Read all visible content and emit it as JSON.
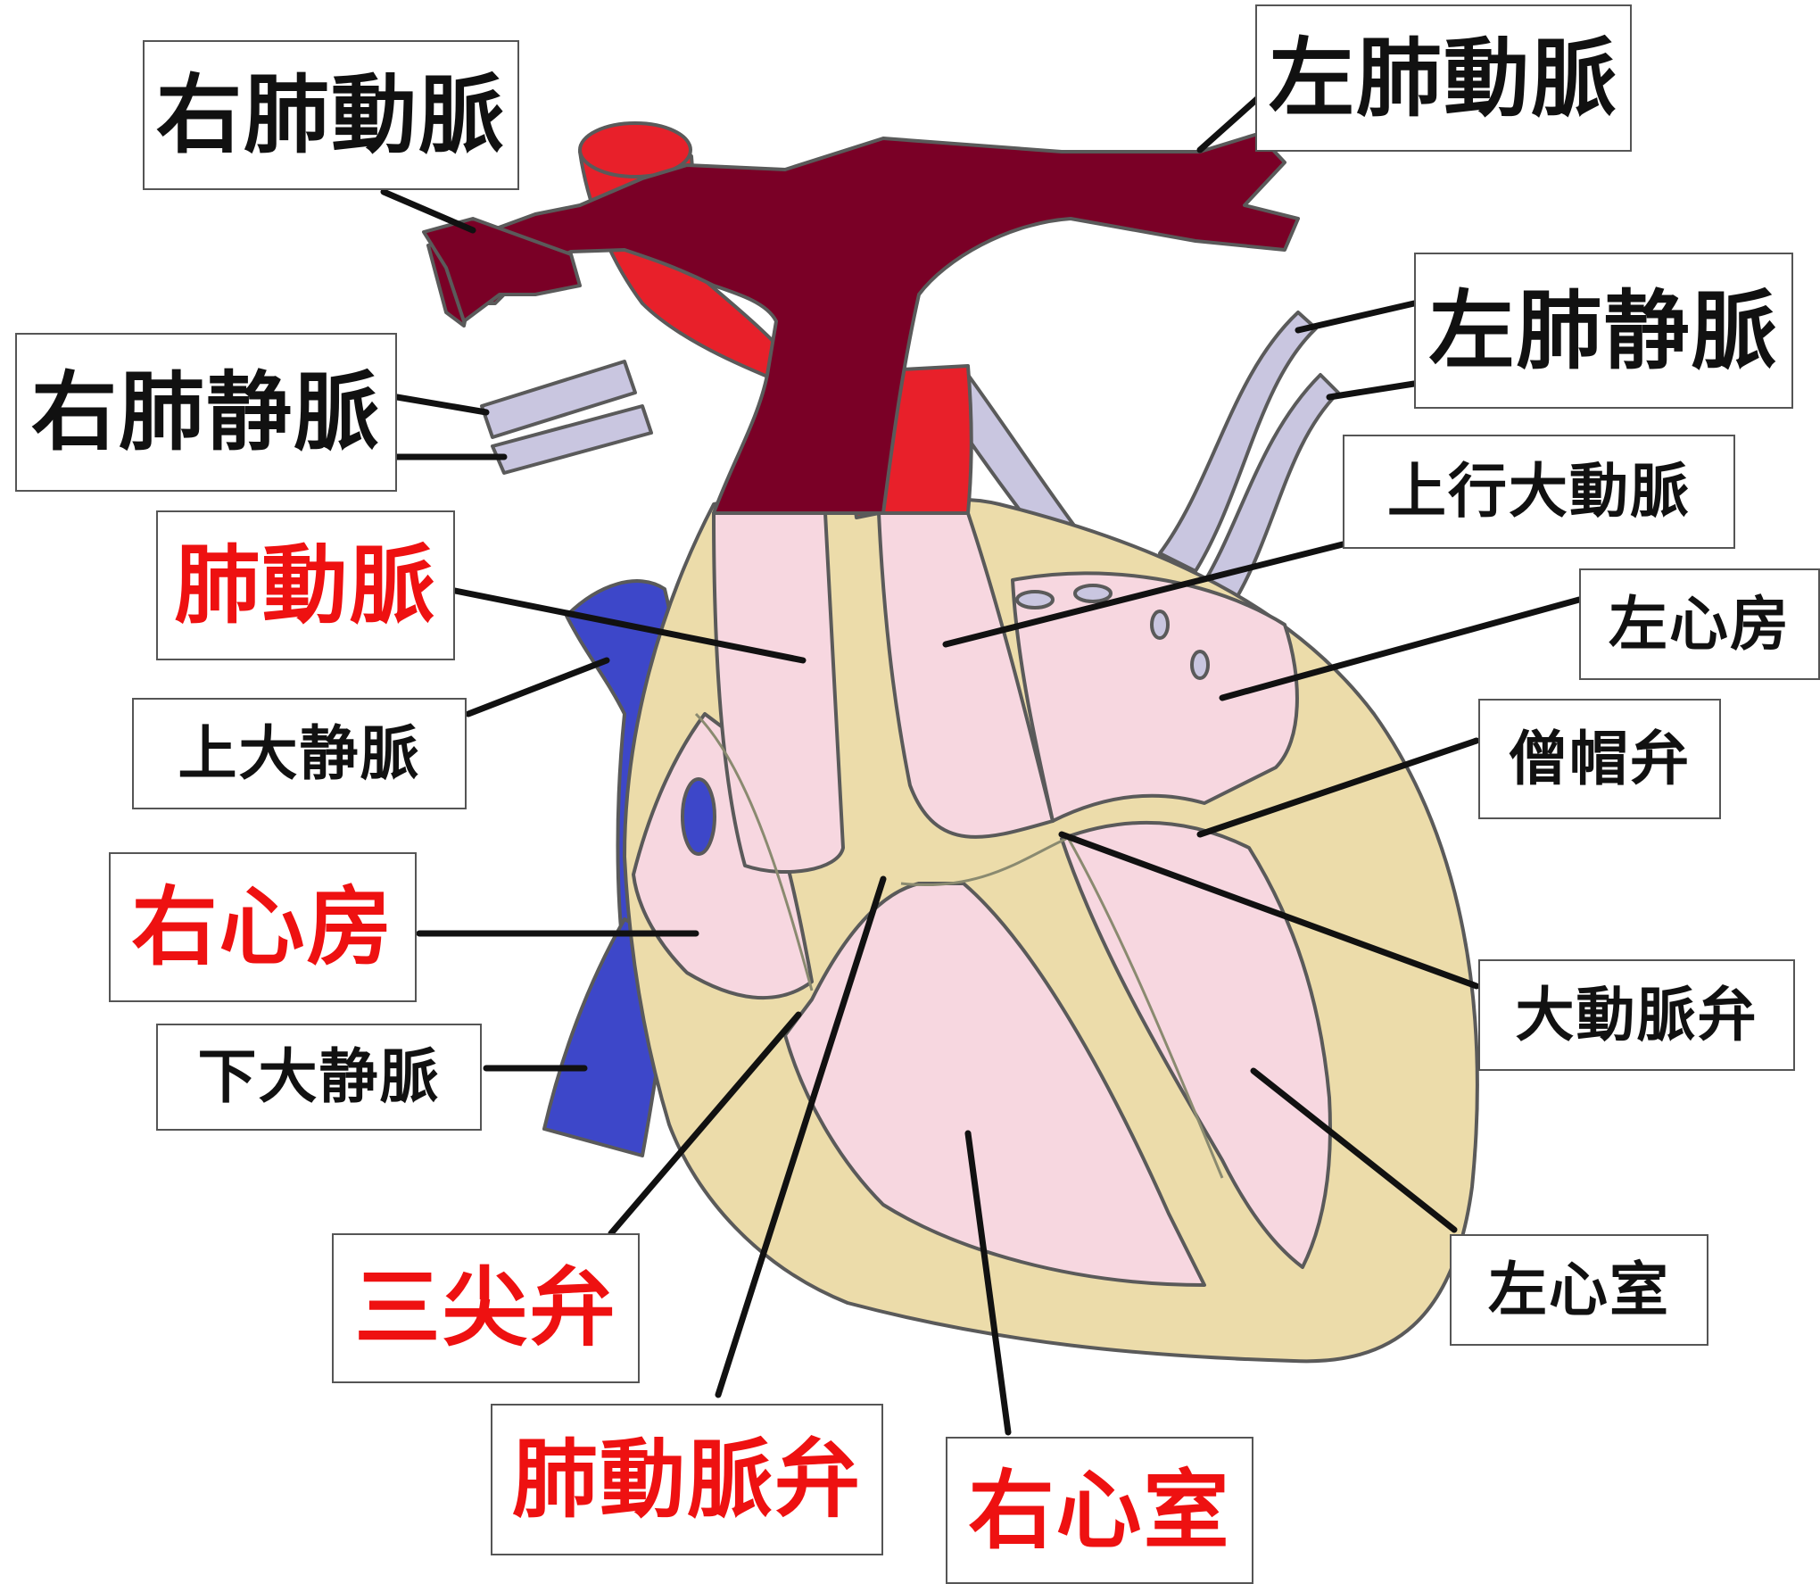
{
  "labels": {
    "right_pulmonary_artery": "右肺動脈",
    "left_pulmonary_artery": "左肺動脈",
    "right_pulmonary_vein": "右肺静脈",
    "left_pulmonary_vein": "左肺静脈",
    "ascending_aorta": "上行大動脈",
    "pulmonary_artery": "肺動脈",
    "left_atrium": "左心房",
    "superior_vena_cava": "上大静脈",
    "mitral_valve": "僧帽弁",
    "right_atrium": "右心房",
    "aortic_valve": "大動脈弁",
    "inferior_vena_cava": "下大静脈",
    "left_ventricle": "左心室",
    "tricuspid_valve": "三尖弁",
    "pulmonary_valve": "肺動脈弁",
    "right_ventricle": "右心室"
  },
  "colors": {
    "highlight_text": "#ee1111",
    "aorta": "#e8202a",
    "pulmonary_artery": "#7a0026",
    "vena_cava": "#3d47c9",
    "pulmonary_veins": "#c9c6e0",
    "heart_wall": "#ecdcaa",
    "chambers": "#f7d7e0"
  }
}
